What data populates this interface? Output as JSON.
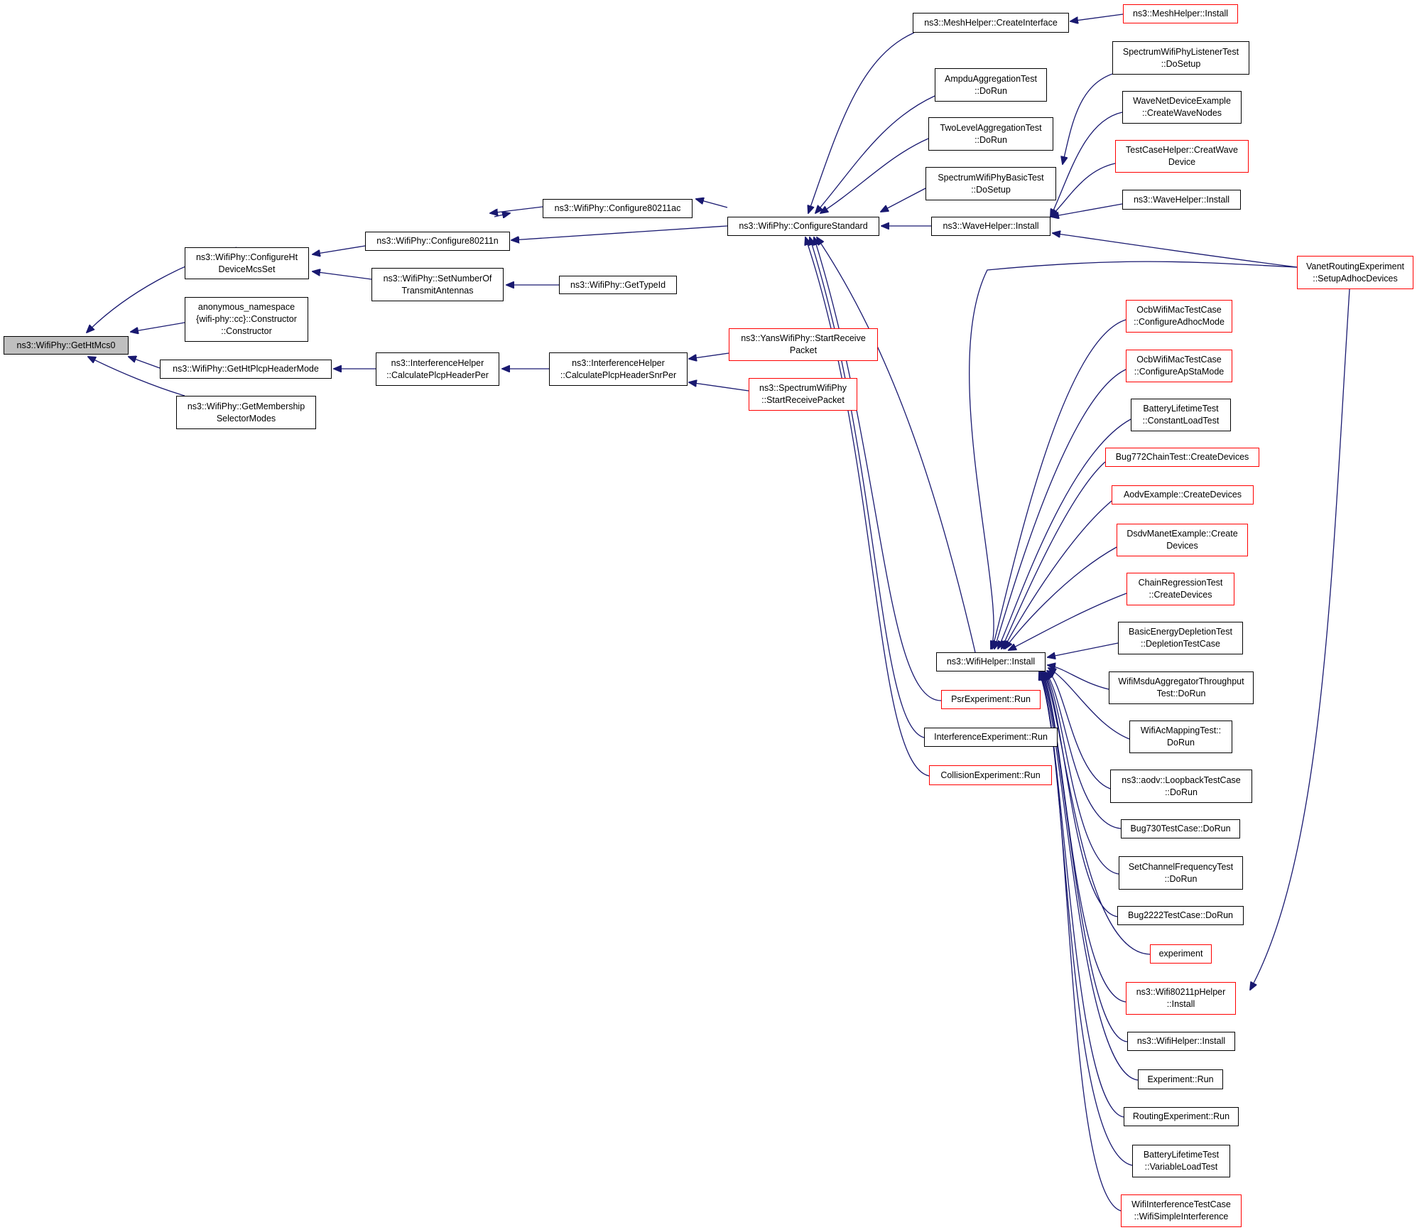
{
  "colors": {
    "edge": "#191970",
    "box_border": "#000000",
    "box_border_undocumented": "#ff0000",
    "root_fill": "#bfbfbf"
  },
  "nodes": {
    "getHtMcs0": "ns3::WifiPhy::GetHtMcs0",
    "configureHtDeviceMcsSet": "ns3::WifiPhy::ConfigureHt\nDeviceMcsSet",
    "anonConstructor": "anonymous_namespace\n{wifi-phy::cc}::Constructor\n::Constructor",
    "getHtPlcpHeaderMode": "ns3::WifiPhy::GetHtPlcpHeaderMode",
    "getMembershipSelectorModes": "ns3::WifiPhy::GetMembership\nSelectorModes",
    "configure80211n": "ns3::WifiPhy::Configure80211n",
    "setNumberOfTransmitAntennas": "ns3::WifiPhy::SetNumberOf\nTransmitAntennas",
    "calculatePlcpHeaderPer": "ns3::InterferenceHelper\n::CalculatePlcpHeaderPer",
    "configure80211ac": "ns3::WifiPhy::Configure80211ac",
    "getTypeId": "ns3::WifiPhy::GetTypeId",
    "calculatePlcpHeaderSnrPer": "ns3::InterferenceHelper\n::CalculatePlcpHeaderSnrPer",
    "yansStartReceivePacket": "ns3::YansWifiPhy::StartReceive\nPacket",
    "spectrumStartReceivePacket": "ns3::SpectrumWifiPhy\n::StartReceivePacket",
    "configureStandard": "ns3::WifiPhy::ConfigureStandard",
    "meshCreateInterface": "ns3::MeshHelper::CreateInterface",
    "meshInstall": "ns3::MeshHelper::Install",
    "ampduDoRun": "AmpduAggregationTest\n::DoRun",
    "twoLevelDoRun": "TwoLevelAggregationTest\n::DoRun",
    "spectrumBasicDoSetup": "SpectrumWifiPhyBasicTest\n::DoSetup",
    "waveHelperInstall": "ns3::WaveHelper::Install",
    "spectrumListenerDoSetup": "SpectrumWifiPhyListenerTest\n::DoSetup",
    "waveCreateWaveNodes": "WaveNetDeviceExample\n::CreateWaveNodes",
    "testCaseCreatWaveDevice": "TestCaseHelper::CreatWave\nDevice",
    "waveHelperInstall2": "ns3::WaveHelper::Install",
    "vanetSetupAdhocDevices": "VanetRoutingExperiment\n::SetupAdhocDevices",
    "wifiHelperInstall": "ns3::WifiHelper::Install",
    "psrRun": "PsrExperiment::Run",
    "interferenceRun": "InterferenceExperiment::Run",
    "collisionRun": "CollisionExperiment::Run",
    "ocbAdhoc": "OcbWifiMacTestCase\n::ConfigureAdhocMode",
    "ocbApSta": "OcbWifiMacTestCase\n::ConfigureApStaMode",
    "batteryConstant": "BatteryLifetimeTest\n::ConstantLoadTest",
    "bug772": "Bug772ChainTest::CreateDevices",
    "aodvExample": "AodvExample::CreateDevices",
    "dsdvManet": "DsdvManetExample::Create\nDevices",
    "chainRegression": "ChainRegressionTest\n::CreateDevices",
    "basicEnergy": "BasicEnergyDepletionTest\n::DepletionTestCase",
    "msduAggregator": "WifiMsduAggregatorThroughput\nTest::DoRun",
    "acMapping": "WifiAcMappingTest::\nDoRun",
    "aodvLoopback": "ns3::aodv::LoopbackTestCase\n::DoRun",
    "bug730": "Bug730TestCase::DoRun",
    "setChannelFreq": "SetChannelFrequencyTest\n::DoRun",
    "bug2222": "Bug2222TestCase::DoRun",
    "experiment": "experiment",
    "wifi80211pInstall": "ns3::Wifi80211pHelper\n::Install",
    "wifiHelperInstall2": "ns3::WifiHelper::Install",
    "experimentRun": "Experiment::Run",
    "routingRun": "RoutingExperiment::Run",
    "batteryVariable": "BatteryLifetimeTest\n::VariableLoadTest",
    "wifiInterference": "WifiInterferenceTestCase\n::WifiSimpleInterference"
  }
}
